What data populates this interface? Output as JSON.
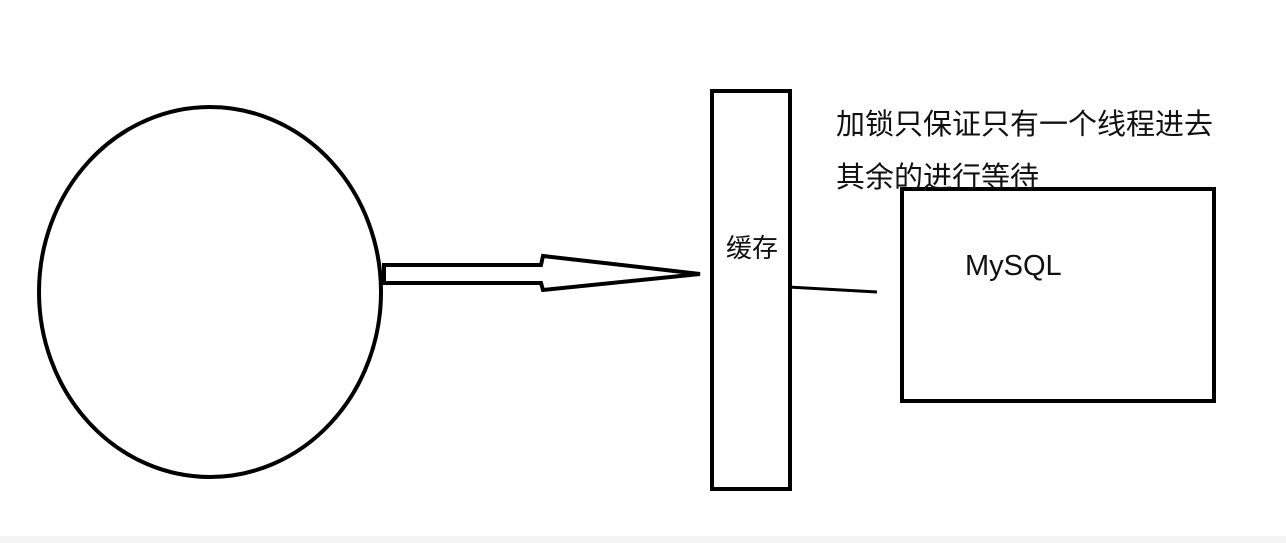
{
  "diagram": {
    "nodes": {
      "client": {
        "shape": "ellipse",
        "label": ""
      },
      "cache": {
        "shape": "tall-rectangle",
        "label": "缓存"
      },
      "database": {
        "shape": "rectangle",
        "label": "MySQL"
      }
    },
    "note": {
      "line1": "加锁只保证只有一个线程进去",
      "line2": "其余的进行等待"
    },
    "edges": [
      {
        "from": "client",
        "to": "cache",
        "style": "block-arrow"
      },
      {
        "from": "cache",
        "to": "database",
        "style": "line"
      }
    ],
    "colors": {
      "stroke": "#000000",
      "background": "#ffffff",
      "text": "#111111"
    }
  }
}
